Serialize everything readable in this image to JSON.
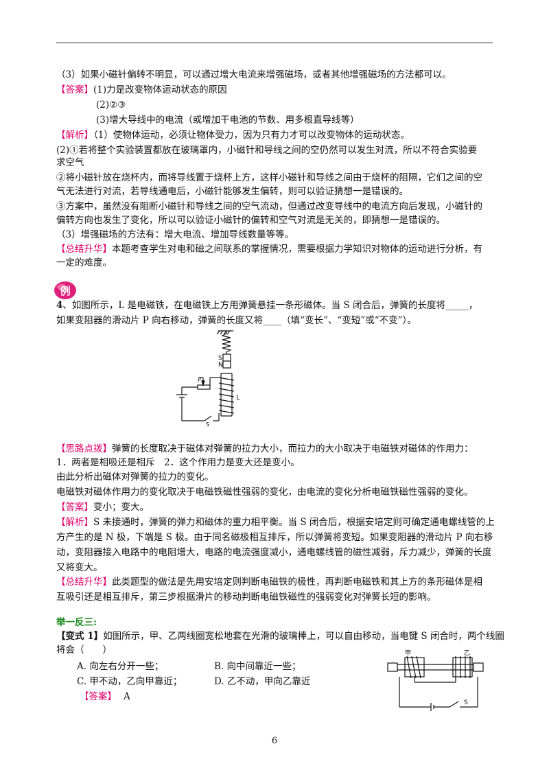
{
  "lines": {
    "l1": "（3）如果小磁针偏转不明显，可以通过增大电流来增强磁场，或者其他增强磁场的方法都可以。",
    "a1_tag": "【答案】",
    "a1_1": "(1)力是改变物体运动状态的原因",
    "a1_2": "(2)②③",
    "a1_3": "(3)增大导线中的电流（或增加干电池的节数、用多根直导线等）",
    "j1_tag": "【解析】",
    "j1_1": "（1）使物体运动，必须让物体受力，因为只有力才可以改变物体的运动状态。",
    "j1_2": "(2)①若将整个实验装置都放在玻璃罩内，小磁针和导线之间的空仍然可以发生对流，所以不符合实验要",
    "j1_3": "求空气",
    "j1_4": "②将小磁针放在烧杯内，而将导线置于烧杯上方，这样小磁针和导线之间由于烧杯的阻隔，它们之间的空",
    "j1_5": "气无法进行对流，若导线通电后，小磁针能够发生偏转，则可以验证猜想一是错误的。",
    "j1_6": "③方案中，虽然没有阻断小磁针和导线之间的空气流动，但通过改变导线中的电流方向后发现，小磁针的",
    "j1_7": "偏转方向也发生了变化，所以可以验证小磁针的偏转和空气对流是无关的，即猜想一是错误的。",
    "j1_8": "（3）增强磁场的方法有：增大电流、增加导线数量等等。",
    "s1_tag": "【总结升华】",
    "s1_1": "本题考查学生对电和磁之间联系的掌握情况，需要根据力学知识对物体的运动进行分析，有",
    "s1_2": "一定的难度。",
    "badge": "例",
    "q4_num": "4",
    "q4_1": "、如图所示，L 是电磁铁，在电磁铁上方用弹簧悬挂一条形磁体。当 S 闭合后，弹簧的长度将_____，",
    "q4_2": "如果变阻器的滑动片 P 向右移动，弹簧的长度又将____（填“变长”、“变短”或“不变”）。",
    "t_tag": "【思路点拨】",
    "t_1": "弹簧的长度取决于磁体对弹簧的拉力大小，而拉力的大小取决于电磁铁对磁体的作用力：",
    "t_2": "1．两者是相吸还是相斥　2．这个作用力是变大还是变小。",
    "t_3": "由此分析出磁体对弹簧的拉力的变化。",
    "t_4": "电磁铁对磁体作用力的变化取决于电磁铁磁性强弱的变化，由电流的变化分析电磁铁磁性强弱的变化。",
    "a2_tag": "【答案】",
    "a2_1": "变小；变大。",
    "j2_tag": "【解析】",
    "j2_1": "S 未接通时，弹簧的弹力和磁体的重力相平衡。当 S 闭合后，根据安培定则可确定通电螺线管的上",
    "j2_2": "方产生的是 N 极，下端是 S 极。由于同名磁极相互排斥，所以弹簧将变短。如果变阻器的滑动片 P 向右移",
    "j2_3": "动，变阻器接入电路中的电阻增大，电路的电流强度减小，通电螺线管的磁性减弱，斥力减少，弹簧的长度",
    "j2_4": "又将变大。",
    "s2_tag": "【总结升华】",
    "s2_1": "此类题型的做法是先用安培定则判断电磁铁的极性，再判断电磁铁和其上方的条形磁体是相",
    "s2_2": "互吸引还是相互排斥，第三步根据滑片的移动判断电磁铁磁性的强弱变化对弹簧长短的影响。",
    "jy_title": "举一反三:",
    "v1_tag": "【变式 1】",
    "v1_1": "如图所示，甲、乙两线圈宽松地套在光滑的玻璃棒上，可以自由移动，当电键 S 闭合时，两个线圈",
    "v1_2": "将会（　　）",
    "optA": "A. 向左右分开一些；",
    "optB": "B. 向中间靠近一些；",
    "optC": "C. 甲不动，乙向甲靠近；",
    "optD": "D. 乙不动，甲向乙靠近",
    "a3_tag": "【答案】",
    "a3_1": "A"
  },
  "figure1": {
    "labels": {
      "s": "S",
      "n": "N",
      "l": "L",
      "p": "P",
      "sw": "S"
    }
  },
  "figure2": {
    "labels": {
      "jia": "甲",
      "yi": "乙",
      "s": "S"
    }
  },
  "page_number": "6"
}
